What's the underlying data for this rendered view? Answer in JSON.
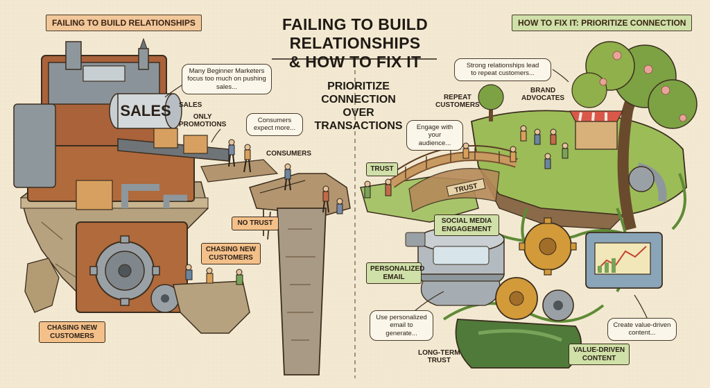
{
  "title_line1": "FAILING TO BUILD RELATIONSHIPS",
  "title_line2": "& HOW TO FIX IT",
  "left_header": "FAILING TO BUILD RELATIONSHIPS",
  "right_header": "HOW TO FIX IT: PRIORITIZE CONNECTION",
  "center_heading": [
    "PRIORITIZE",
    "CONNECTION",
    "OVER",
    "TRANSACTIONS"
  ],
  "left_side": {
    "machine_sign": "SALES",
    "label_sales": "SALES",
    "label_only_promotions": [
      "ONLY",
      "PROMOTIONS"
    ],
    "bubble_beginner_marketers": [
      "Many Beginner Marketers",
      "focus too much on pushing",
      "sales..."
    ],
    "bubble_consumers_expect": [
      "Consumers",
      "expect more..."
    ],
    "label_consumers": "CONSUMERS",
    "tag_no_trust": "NO TRUST",
    "tag_chasing_new_customers_mid": [
      "CHASING NEW",
      "CUSTOMERS"
    ],
    "tag_chasing_new_customers_bottom": [
      "CHASING NEW",
      "CUSTOMERS"
    ]
  },
  "right_side": {
    "bubble_strong_relationships": [
      "Strong relationships lead",
      "to repeat customers..."
    ],
    "label_repeat_customers": [
      "REPEAT",
      "CUSTOMERS"
    ],
    "label_brand_advocates": [
      "BRAND",
      "ADVOCATES"
    ],
    "bubble_engage": [
      "Engage with",
      "your audience..."
    ],
    "tag_trust": "TRUST",
    "bridge_sign": "TRUST",
    "tag_social_media": [
      "SOCIAL MEDIA",
      "ENGAGEMENT"
    ],
    "tag_personalized_email": [
      "PERSONALIZED",
      "EMAIL"
    ],
    "bubble_use_personalized": [
      "Use personalized",
      "email to generate..."
    ],
    "label_long_term_trust": [
      "LONG-TERM",
      "TRUST"
    ],
    "bubble_value_driven": [
      "Create value-driven",
      "content..."
    ],
    "tag_value_driven": [
      "VALUE-DRIVEN",
      "CONTENT"
    ]
  },
  "colors": {
    "paper": "#f3e9d2",
    "rust": "#b5683a",
    "steel": "#8c949a",
    "stone": "#a99a85",
    "grass": "#8fb04a",
    "vine": "#5f8a36",
    "gear_gold": "#d39a3a",
    "orange_tag": "#f4c08a",
    "green_tag": "#cfe0a8",
    "flower_pink": "#e9a49a"
  },
  "icons": [
    "sales-machine-icon",
    "gear-icon",
    "bridge-icon",
    "tree-icon",
    "market-stall-icon",
    "monitor-chart-icon",
    "person-icon"
  ]
}
